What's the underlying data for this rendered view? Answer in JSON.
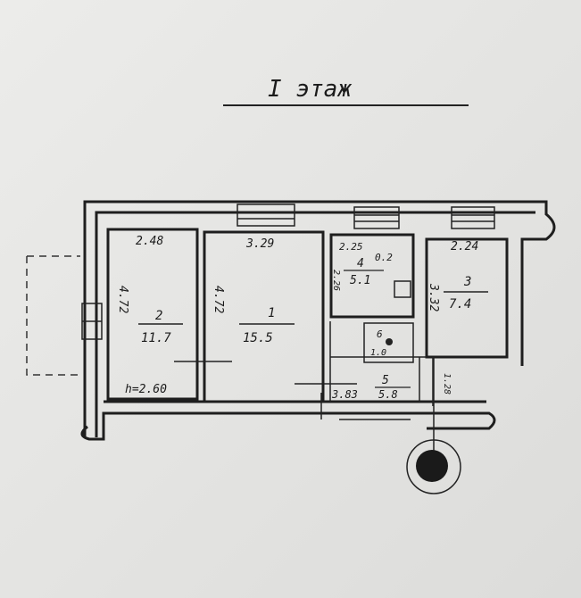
{
  "title": "I этаж",
  "ceiling_height": "h=2.60",
  "rooms": [
    {
      "number": "1",
      "area": "15.5",
      "width": "3.29",
      "length": "4.72"
    },
    {
      "number": "2",
      "area": "11.7",
      "width": "2.48",
      "length": "4.72"
    },
    {
      "number": "3",
      "area": "7.4",
      "width": "2.24",
      "length": "3.32"
    },
    {
      "number": "4",
      "area": "5.1",
      "width": "2.25",
      "length": "2.26",
      "extra": "0.2"
    },
    {
      "number": "5",
      "area": "5.8",
      "width": "3.83",
      "length": "1.28"
    },
    {
      "number": "6",
      "area": "1.0"
    }
  ]
}
